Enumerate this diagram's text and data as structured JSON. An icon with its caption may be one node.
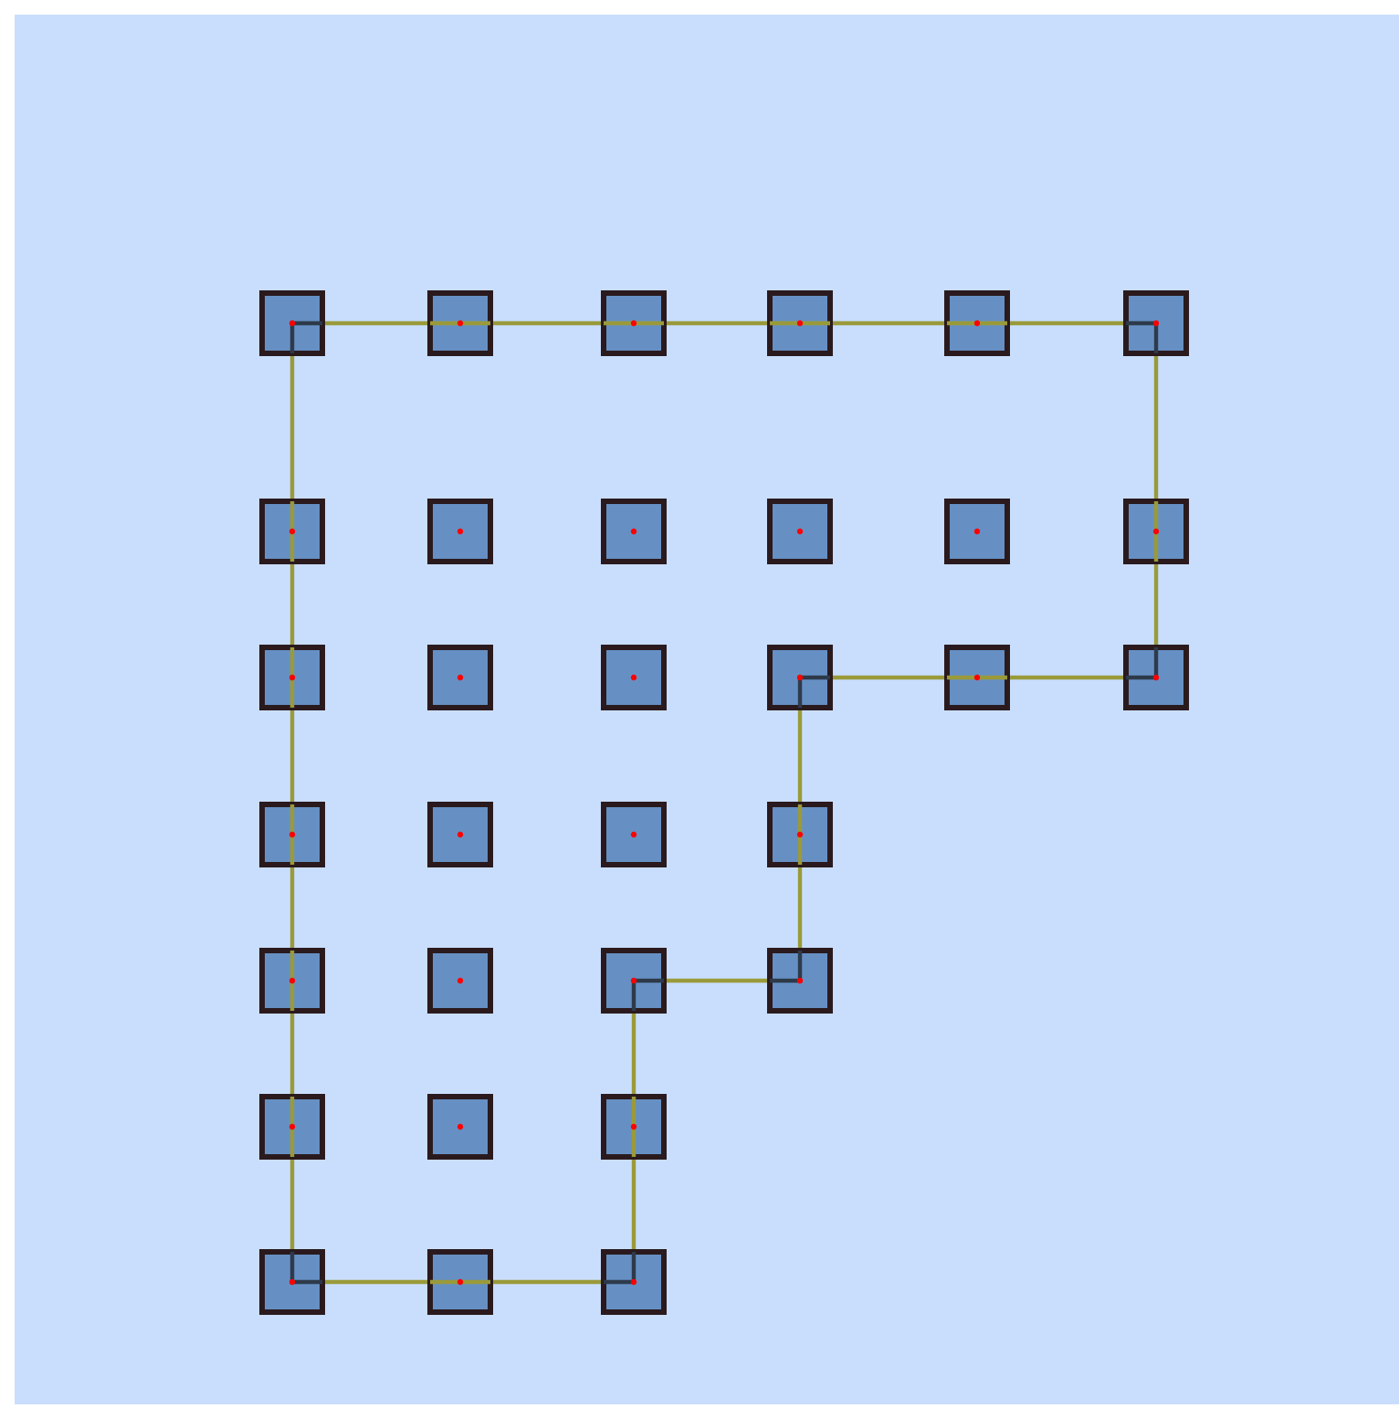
{
  "diagram": {
    "nodes": [
      {
        "text": [],
        "shape": "box"
      },
      {
        "text": [],
        "shape": "box"
      },
      {
        "text": [],
        "shape": "box"
      },
      {
        "text": [],
        "shape": "box"
      },
      {
        "text": [],
        "shape": "box"
      },
      {
        "text": [],
        "shape": "box"
      },
      {
        "text": [],
        "shape": "box"
      },
      {
        "text": [],
        "shape": "box"
      },
      {
        "text": [],
        "shape": "box"
      },
      {
        "text": [],
        "shape": "box"
      },
      {
        "text": [],
        "shape": "box"
      },
      {
        "text": [],
        "shape": "box"
      },
      {
        "text": [],
        "shape": "box"
      },
      {
        "text": [],
        "shape": "box"
      },
      {
        "text": [],
        "shape": "box"
      },
      {
        "text": [],
        "shape": "box"
      },
      {
        "text": [],
        "shape": "box"
      },
      {
        "text": [],
        "shape": "box"
      },
      {
        "text": [],
        "shape": "box"
      },
      {
        "text": [],
        "shape": "box"
      },
      {
        "text": [],
        "shape": "box"
      },
      {
        "text": [],
        "shape": "box"
      },
      {
        "text": [],
        "shape": "box"
      },
      {
        "text": [],
        "shape": "box"
      },
      {
        "text": [],
        "shape": "box"
      },
      {
        "text": [],
        "shape": "box"
      },
      {
        "text": [],
        "shape": "box"
      },
      {
        "text": [],
        "shape": "box"
      },
      {
        "text": [],
        "shape": "box"
      },
      {
        "text": [],
        "shape": "box"
      },
      {
        "text": [],
        "shape": "box"
      },
      {
        "text": [],
        "shape": "box"
      }
    ],
    "edges": [
      {
        "from": 0,
        "to": 1,
        "arrow": "none"
      },
      {
        "from": 1,
        "to": 2,
        "arrow": "none"
      },
      {
        "from": 2,
        "to": 3,
        "arrow": "none"
      },
      {
        "from": 3,
        "to": 4,
        "arrow": "none"
      },
      {
        "from": 4,
        "to": 5,
        "arrow": "none"
      },
      {
        "from": 5,
        "to": 11,
        "arrow": "none"
      },
      {
        "from": 11,
        "to": 17,
        "arrow": "none"
      },
      {
        "from": 17,
        "to": 16,
        "arrow": "none"
      },
      {
        "from": 16,
        "to": 15,
        "arrow": "none"
      },
      {
        "from": 15,
        "to": 21,
        "arrow": "none"
      },
      {
        "from": 21,
        "to": 25,
        "arrow": "none"
      },
      {
        "from": 25,
        "to": 24,
        "arrow": "none"
      },
      {
        "from": 24,
        "to": 28,
        "arrow": "none"
      },
      {
        "from": 28,
        "to": 31,
        "arrow": "none"
      },
      {
        "from": 31,
        "to": 30,
        "arrow": "none"
      },
      {
        "from": 30,
        "to": 29,
        "arrow": "none"
      },
      {
        "from": 29,
        "to": 26,
        "arrow": "none"
      },
      {
        "from": 26,
        "to": 22,
        "arrow": "none"
      },
      {
        "from": 22,
        "to": 18,
        "arrow": "none"
      },
      {
        "from": 18,
        "to": 12,
        "arrow": "none"
      },
      {
        "from": 12,
        "to": 6,
        "arrow": "none"
      },
      {
        "from": 6,
        "to": 0,
        "arrow": "none"
      }
    ]
  }
}
